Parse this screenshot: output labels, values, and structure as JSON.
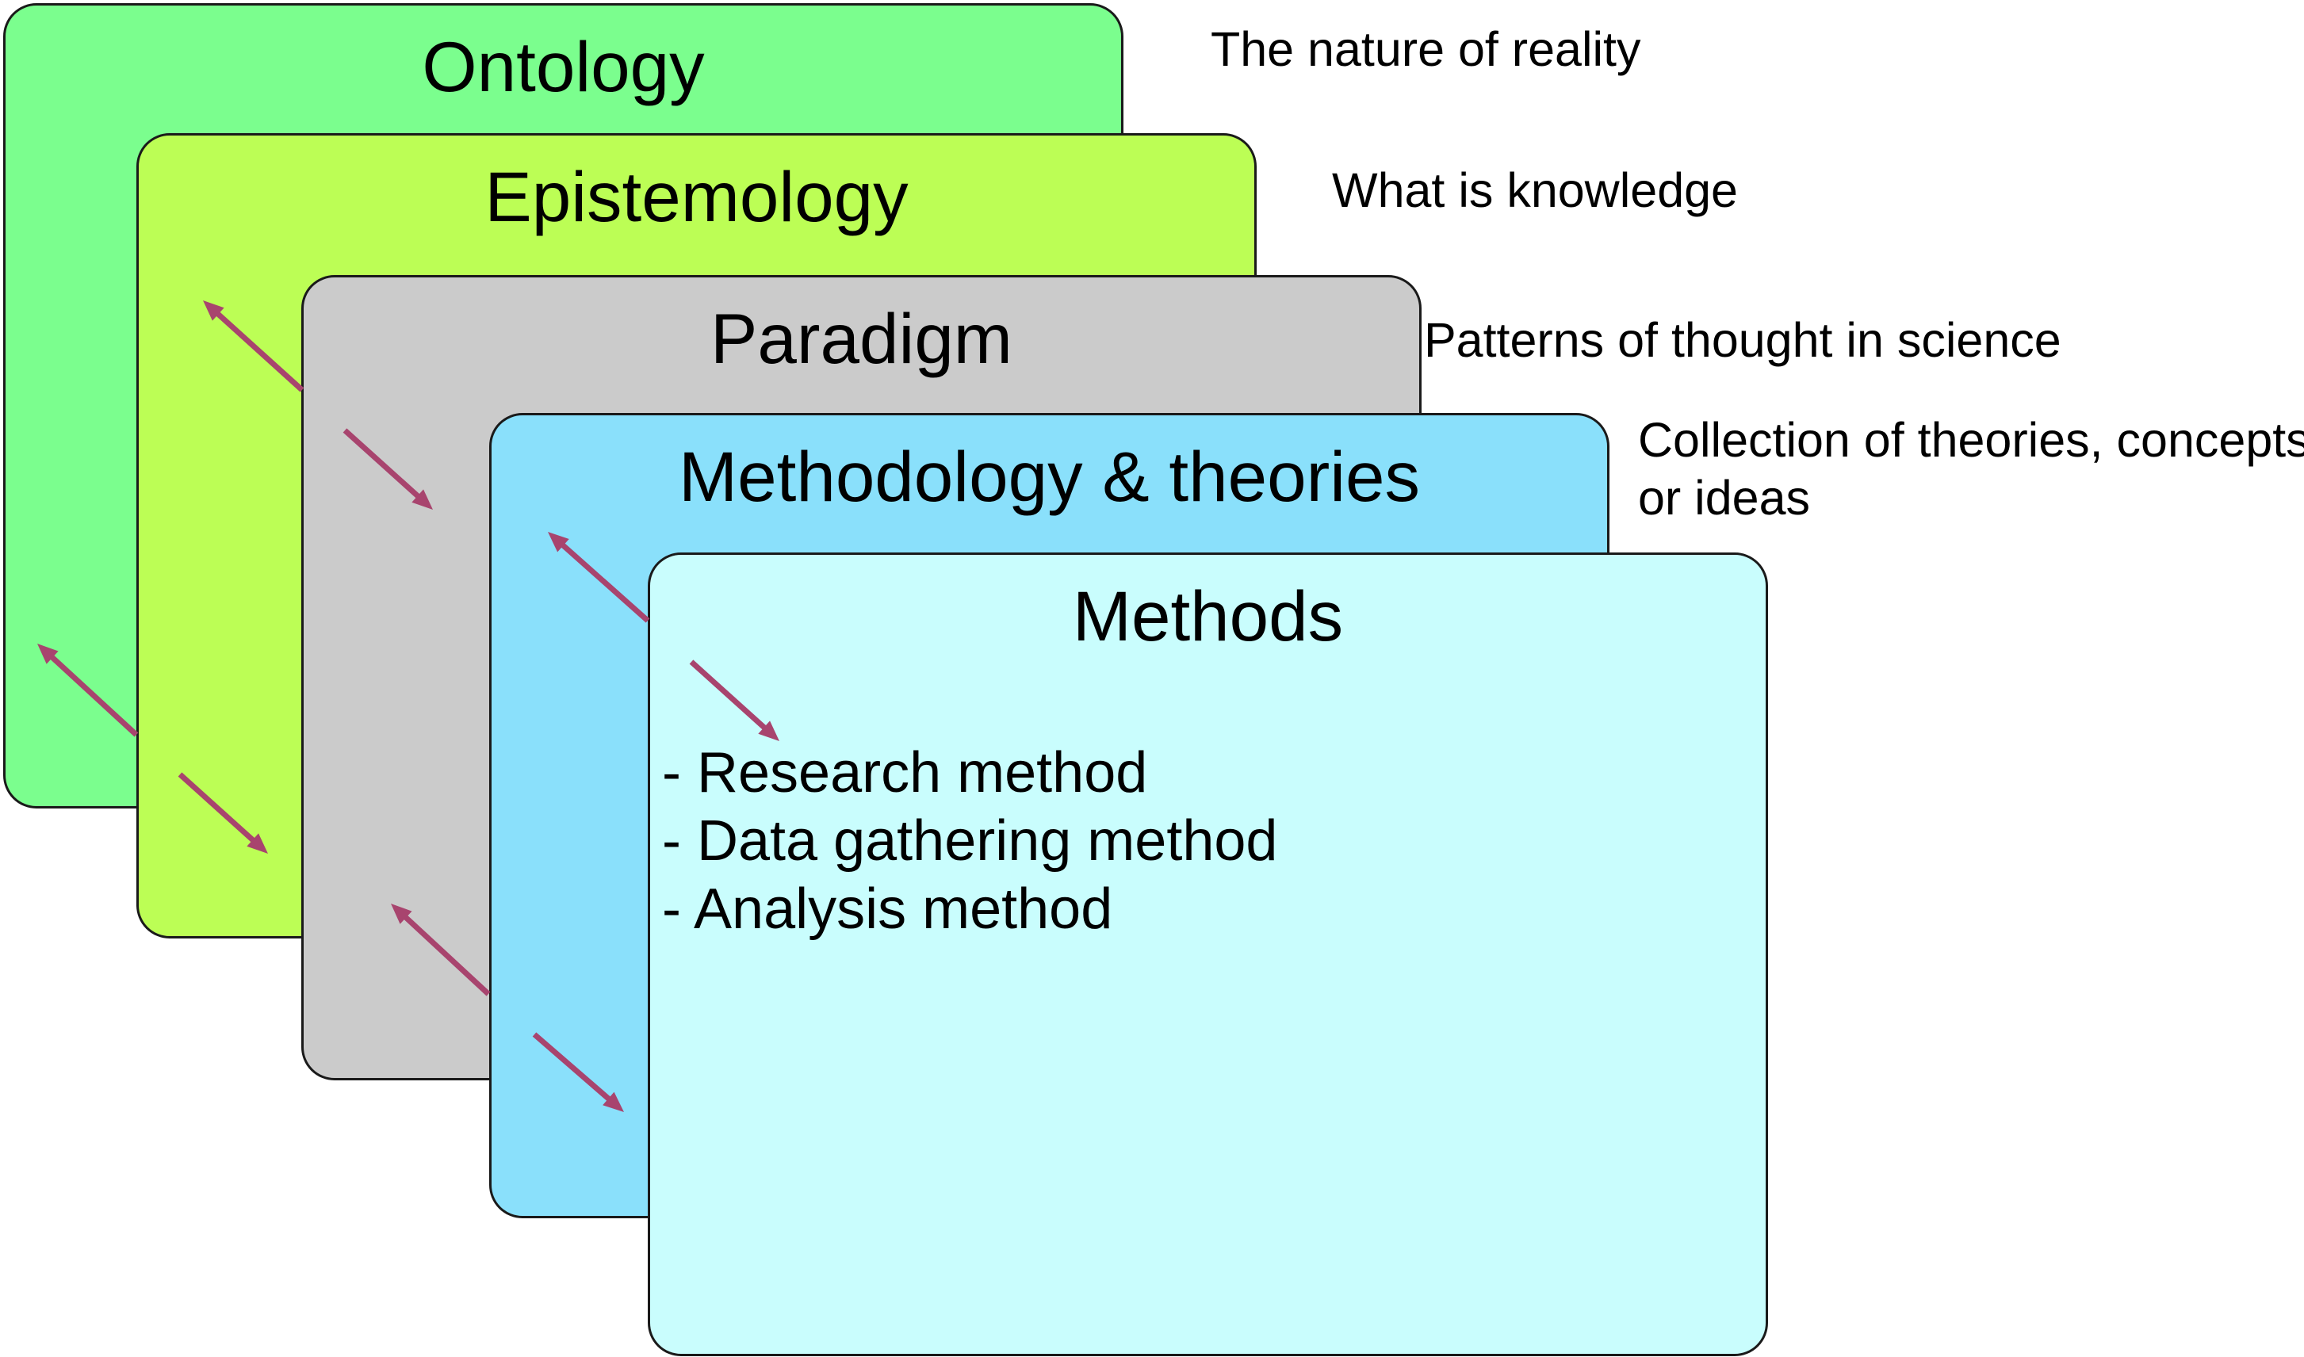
{
  "colors": {
    "ontology": "#7bfe8e",
    "epistemology": "#bcfe55",
    "paradigm": "#cbcbcb",
    "methodology": "#8ae0fb",
    "methods": "#c9fdfd",
    "arrow": "#a8446e",
    "border": "#1a1a1a"
  },
  "layers": {
    "ontology": {
      "title": "Ontology",
      "description": "The nature of reality"
    },
    "epistemology": {
      "title": "Epistemology",
      "description": "What is knowledge"
    },
    "paradigm": {
      "title": "Paradigm",
      "description": "Patterns of thought in science"
    },
    "methodology": {
      "title": "Methodology & theories",
      "description_line1": "Collection of theories, concepts",
      "description_line2": "or ideas"
    },
    "methods": {
      "title": "Methods",
      "items": [
        "- Research method",
        "- Data gathering method",
        "- Analysis method"
      ]
    }
  },
  "arrows": [
    {
      "id": "ontology-epistemology-up",
      "direction": "up"
    },
    {
      "id": "ontology-epistemology-down",
      "direction": "down"
    },
    {
      "id": "epistemology-paradigm-up",
      "direction": "up"
    },
    {
      "id": "epistemology-paradigm-down",
      "direction": "down"
    },
    {
      "id": "paradigm-methodology-up",
      "direction": "up"
    },
    {
      "id": "paradigm-methodology-down",
      "direction": "down"
    },
    {
      "id": "methodology-methods-up",
      "direction": "up"
    },
    {
      "id": "methodology-methods-down",
      "direction": "down"
    }
  ]
}
